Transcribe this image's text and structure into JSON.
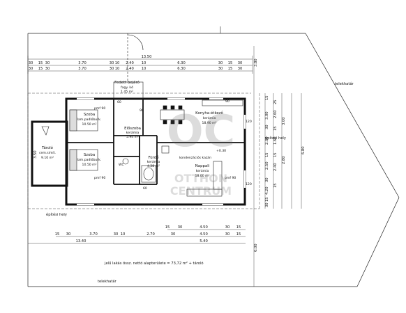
{
  "dimensions": {
    "top_total": "13.50",
    "row1": [
      "30",
      "15",
      "30",
      "3.70",
      "30",
      "10",
      "2.40",
      "10",
      "6.30",
      "30",
      "15",
      "30"
    ],
    "row2": [
      "30",
      "15",
      "30",
      "3.70",
      "30",
      "10",
      "2.40",
      "10",
      "6.30",
      "30",
      "15",
      "30"
    ],
    "bottom_row1": [
      "15",
      "30",
      "4.50",
      "30",
      "15"
    ],
    "bottom_row2": [
      "15",
      "30",
      "3.70",
      "30",
      "10",
      "2.70",
      "30",
      "4.50",
      "30",
      "15"
    ],
    "bottom_row3": [
      "13.40",
      "5.40"
    ],
    "left_side": "3.50",
    "right_top": "3.80",
    "right_mid": "6.80",
    "right_bottom": "6.00",
    "right_stack_a": [
      "15",
      "3.00",
      "30",
      "2.00",
      "15",
      "2.50",
      "30",
      "4.20",
      "15",
      "30"
    ],
    "right_stack_b": [
      "25",
      "2.60",
      "15",
      "1.60",
      "15",
      "2.40",
      "15"
    ],
    "right_stack_c": [
      "3.00",
      "2.80"
    ]
  },
  "labels": {
    "telekhatar_top": "telekhatár",
    "telekhatar_bottom": "telekhatár",
    "epitesi_hely_right": "építési hely",
    "epitesi_hely_bottom": "építési hely",
    "elevation": "+0.30",
    "summary": "jelű lakás össz. nettó alapterülete = 73,72 m² + tároló"
  },
  "rooms": {
    "fedett": {
      "name": "Fedett bejáró",
      "floor": "fagy. kő",
      "area": "1.45 m²"
    },
    "szoba1": {
      "name": "Szoba",
      "floor": "lam.padlóburk.",
      "area": "10.50 m²"
    },
    "szoba2": {
      "name": "Szoba",
      "floor": "lam.padlóburk.",
      "area": "10.50 m²"
    },
    "eloszoba": {
      "name": "Előszoba",
      "floor": "kerámia",
      "area": "5.94 m²"
    },
    "konyha": {
      "name": "Konyha-étkező",
      "floor": "kerámia",
      "area": "18.90 m²"
    },
    "tarolo": {
      "name": "Tároló",
      "floor": "cem.simít.",
      "area": "9.10 m²"
    },
    "furdo": {
      "name": "Fürdő",
      "floor": "kerámia",
      "area": "4.28 m²"
    },
    "nappali": {
      "name": "Nappali",
      "floor": "kerámia",
      "area": "18.00 m²",
      "note": "kondenzációs kazán"
    },
    "wc": {
      "name": "WC"
    }
  },
  "window_tags": [
    "pmf 90",
    "90",
    "120",
    "pmf 90",
    "60",
    "90",
    "60",
    "pmf 90",
    "120"
  ],
  "watermark": {
    "letters": "OC",
    "line1": "OTTHON",
    "line2": "CENTRUM"
  }
}
